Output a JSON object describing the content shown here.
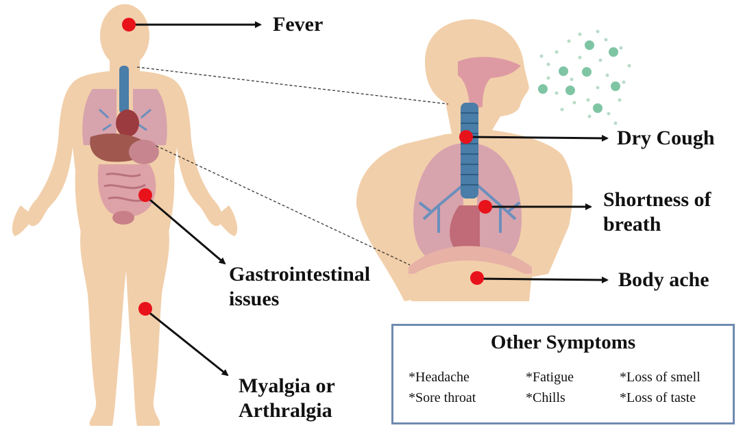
{
  "symptoms": {
    "fever": "Fever",
    "dry_cough": "Dry Cough",
    "shortness": [
      "Shortness of",
      "breath"
    ],
    "body_ache": "Body ache",
    "gastro": [
      "Gastrointestinal",
      "issues"
    ],
    "myalgia": [
      "Myalgia or",
      "Arthralgia"
    ]
  },
  "other": {
    "title": "Other Symptoms",
    "items": [
      "*Headache",
      "*Fatigue",
      "*Loss of smell",
      "*Sore throat",
      "*Chills",
      "*Loss of taste"
    ]
  },
  "colors": {
    "skin": "#f1cfaa",
    "marker": "#e8121b",
    "lung": "#d7a3ad",
    "trachea": "#4a7da7",
    "virus": "#7fc5a4",
    "box_border": "#6f8ab0"
  }
}
